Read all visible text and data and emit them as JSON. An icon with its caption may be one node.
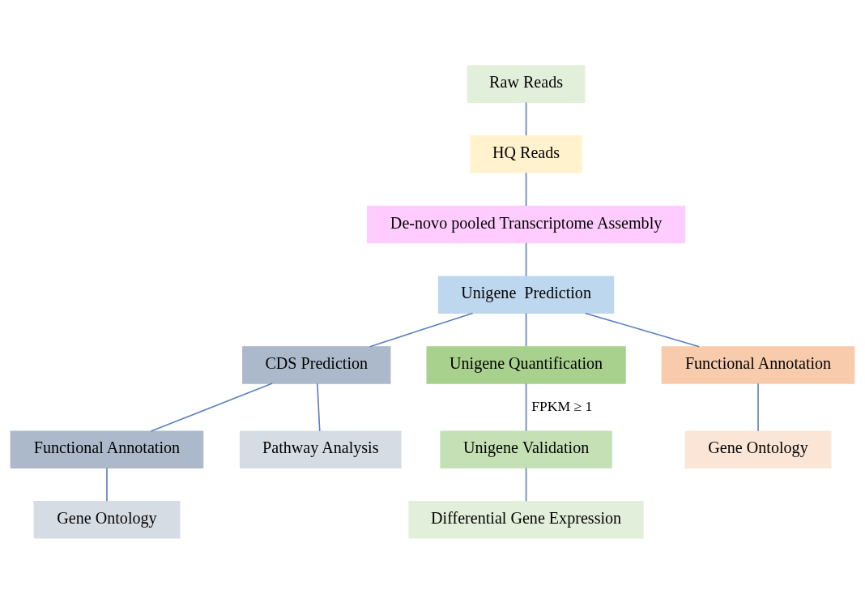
{
  "diagram": {
    "nodes": [
      {
        "text": [
          "Raw Reads"
        ]
      },
      {
        "text": [
          "HQ Reads"
        ]
      },
      {
        "text": [
          "De-novo pooled Transcriptome Assembly"
        ]
      },
      {
        "text": [
          "Unigene  Prediction"
        ]
      },
      {
        "text": [
          "CDS Prediction"
        ]
      },
      {
        "text": [
          "Unigene Quantification"
        ]
      },
      {
        "text": [
          "Functional Annotation"
        ]
      },
      {
        "text": [
          "Functional Annotation"
        ]
      },
      {
        "text": [
          "Pathway Analysis"
        ]
      },
      {
        "text": [
          "Unigene Validation"
        ]
      },
      {
        "text": [
          "Gene Ontology"
        ]
      },
      {
        "text": [
          "Gene Ontology"
        ]
      },
      {
        "text": [
          "Differential Gene Expression"
        ]
      }
    ],
    "edges": [
      {
        "from": 0,
        "to": 1,
        "arrow": "none"
      },
      {
        "from": 1,
        "to": 2,
        "arrow": "none"
      },
      {
        "from": 2,
        "to": 3,
        "arrow": "none"
      },
      {
        "from": 3,
        "to": 4,
        "arrow": "none"
      },
      {
        "from": 3,
        "to": 5,
        "arrow": "none"
      },
      {
        "from": 3,
        "to": 6,
        "arrow": "none"
      },
      {
        "from": 4,
        "to": 7,
        "arrow": "none"
      },
      {
        "from": 4,
        "to": 8,
        "arrow": "none"
      },
      {
        "from": 5,
        "to": 9,
        "arrow": "none",
        "label": "FPKM ≥ 1"
      },
      {
        "from": 6,
        "to": 10,
        "arrow": "none"
      },
      {
        "from": 7,
        "to": 11,
        "arrow": "none"
      },
      {
        "from": 9,
        "to": 12,
        "arrow": "none"
      }
    ]
  }
}
